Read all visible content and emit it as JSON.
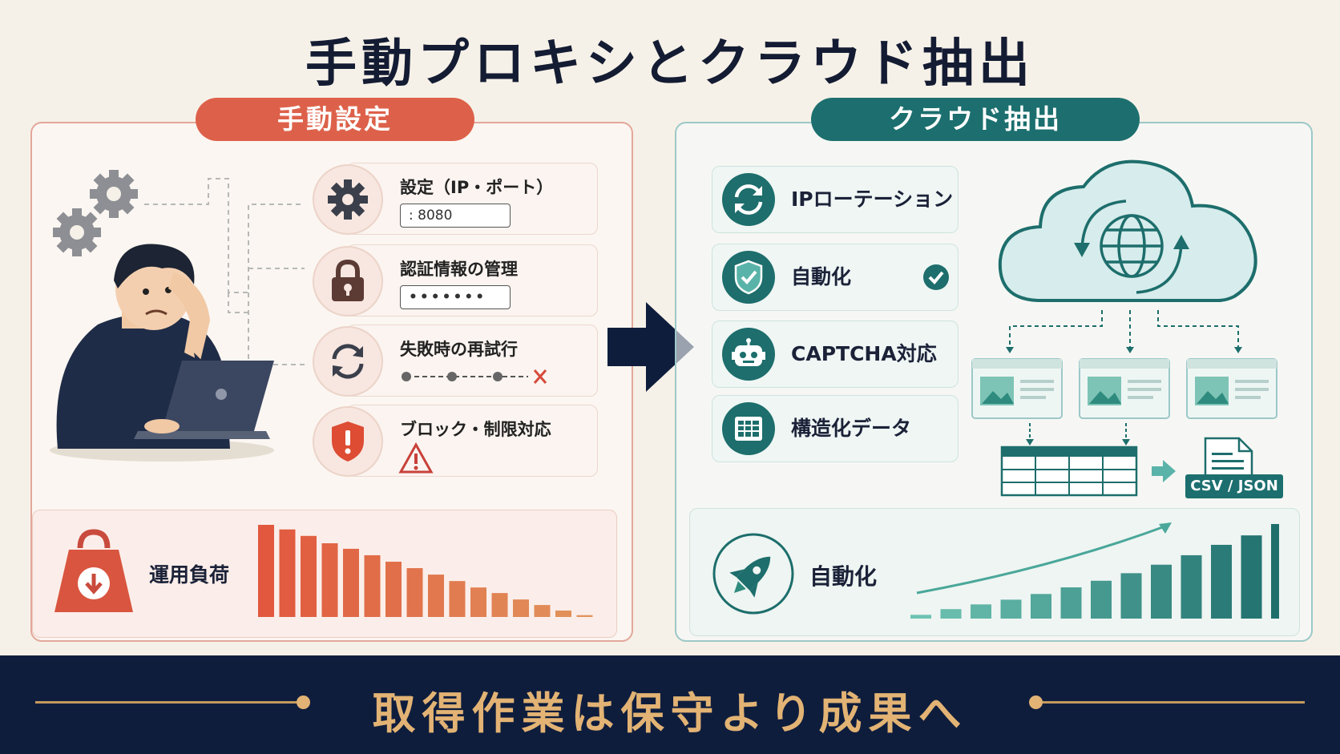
{
  "title": "手動プロキシとクラウド抽出",
  "manual": {
    "header": "手動設定",
    "items": [
      {
        "label": "設定（IP・ポート）",
        "field": ": 8080",
        "icon": "gear-icon"
      },
      {
        "label": "認証情報の管理",
        "field": "•••••••",
        "icon": "lock-icon"
      },
      {
        "label": "失敗時の再試行",
        "icon": "retry-icon"
      },
      {
        "label": "ブロック・制限対応",
        "icon": "shield-alert-icon"
      }
    ],
    "load_label": "運用負荷",
    "load_bars": [
      100,
      95,
      88,
      80,
      74,
      67,
      60,
      53,
      46,
      39,
      32,
      26,
      19,
      13,
      7,
      2
    ]
  },
  "cloud": {
    "header": "クラウド抽出",
    "items": [
      {
        "label": "IPローテーション",
        "icon": "rotation-icon"
      },
      {
        "label": "自動化",
        "icon": "shield-check-icon"
      },
      {
        "label": "CAPTCHA対応",
        "icon": "robot-icon"
      },
      {
        "label": "構造化データ",
        "icon": "table-icon"
      }
    ],
    "output_label": "CSV / JSON",
    "auto_label": "自動化",
    "growth_bars": [
      4,
      10,
      15,
      20,
      26,
      33,
      40,
      48,
      57,
      67,
      78,
      88,
      100
    ]
  },
  "footer": "取得作業は保守より成果へ",
  "colors": {
    "accent_red": "#dd614a",
    "accent_teal": "#1c6f6e",
    "navy": "#0f1d3d",
    "gold": "#e2b374"
  }
}
